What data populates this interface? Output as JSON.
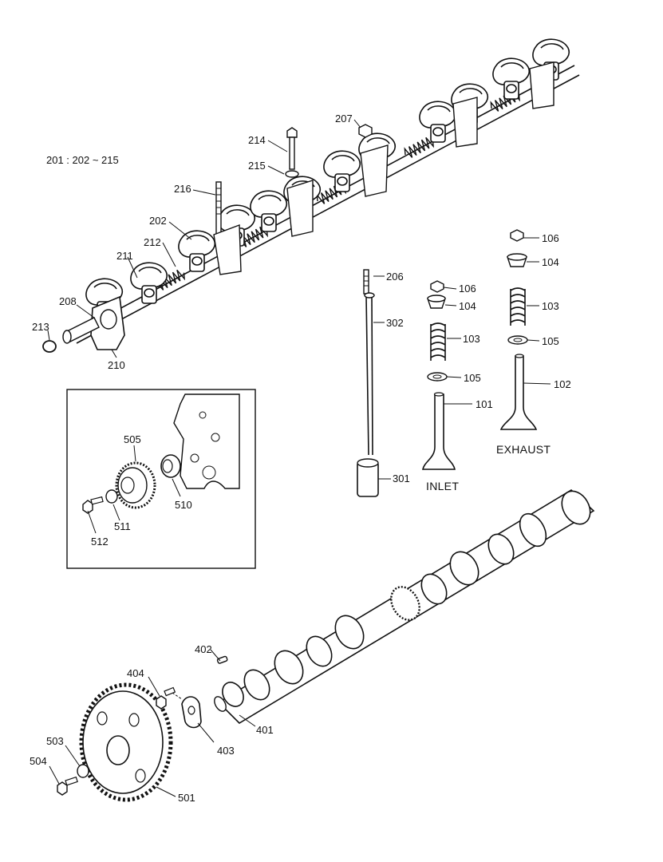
{
  "header": {
    "group_note": "201 : 202 ~ 215"
  },
  "captions": {
    "inlet": "INLET",
    "exhaust": "EXHAUST"
  },
  "callouts": {
    "c101": "101",
    "c102": "102",
    "c103a": "103",
    "c103b": "103",
    "c104a": "104",
    "c104b": "104",
    "c105a": "105",
    "c105b": "105",
    "c106a": "106",
    "c106b": "106",
    "c202": "202",
    "c206": "206",
    "c207": "207",
    "c208": "208",
    "c210": "210",
    "c211": "211",
    "c212": "212",
    "c213": "213",
    "c214": "214",
    "c215": "215",
    "c216": "216",
    "c301": "301",
    "c302": "302",
    "c401": "401",
    "c402": "402",
    "c403": "403",
    "c404": "404",
    "c501": "501",
    "c503": "503",
    "c504": "504",
    "c505": "505",
    "c510": "510",
    "c511": "511",
    "c512": "512"
  }
}
